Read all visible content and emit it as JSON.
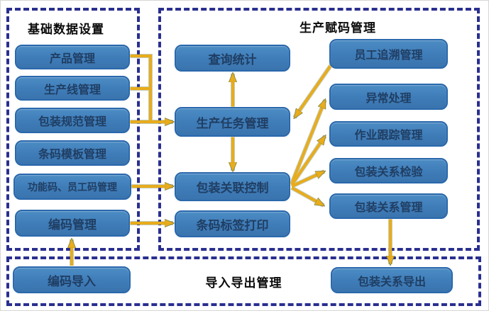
{
  "panels": {
    "basic": {
      "title": "基础数据设置",
      "items": [
        {
          "label": "产品管理"
        },
        {
          "label": "生产线管理"
        },
        {
          "label": "包装规范管理"
        },
        {
          "label": "条码模板管理"
        },
        {
          "label": "功能码、员工码管理"
        },
        {
          "label": "编码管理"
        }
      ]
    },
    "production": {
      "title": "生产赋码管理",
      "middle_items": [
        {
          "label": "查询统计"
        },
        {
          "label": "生产任务管理"
        },
        {
          "label": "包装关联控制"
        },
        {
          "label": "条码标签打印"
        }
      ],
      "right_items": [
        {
          "label": "员工追溯管理"
        },
        {
          "label": "异常处理"
        },
        {
          "label": "作业跟踪管理"
        },
        {
          "label": "包装关系检验"
        },
        {
          "label": "包装关系管理"
        }
      ]
    },
    "import_export": {
      "title": "导入导出管理",
      "items": [
        {
          "label": "编码导入"
        },
        {
          "label": "包装关系导出"
        }
      ]
    }
  },
  "connections": [
    {
      "from": "产品管理",
      "to": "生产任务管理"
    },
    {
      "from": "生产线管理",
      "to": "生产任务管理"
    },
    {
      "from": "包装规范管理",
      "to": "生产任务管理"
    },
    {
      "from": "功能码、员工码管理",
      "to": "包装关联控制"
    },
    {
      "from": "编码管理",
      "to": "条码标签打印"
    },
    {
      "from": "生产任务管理",
      "to": "查询统计"
    },
    {
      "from": "生产任务管理",
      "to": "包装关联控制"
    },
    {
      "from": "员工追溯管理",
      "to": "生产任务管理"
    },
    {
      "from": "包装关联控制",
      "to": "异常处理"
    },
    {
      "from": "包装关联控制",
      "to": "作业跟踪管理"
    },
    {
      "from": "包装关联控制",
      "to": "包装关系检验"
    },
    {
      "from": "包装关联控制",
      "to": "包装关系管理"
    },
    {
      "from": "包装关系管理",
      "to": "包装关系导出"
    },
    {
      "from": "编码导入",
      "to": "编码管理"
    }
  ],
  "colors": {
    "box_fill_top": "#4c8cc4",
    "box_fill_mid": "#3e7cb8",
    "box_fill_bottom": "#3a74ae",
    "box_border": "#2a68ac",
    "box_text": "#203e63",
    "panel_border": "#2a2f8f",
    "arrow": "#e8ac1c",
    "arrow_outline": "#6b7f52",
    "title_text": "#0a0a0a",
    "background": "#ffffff"
  }
}
